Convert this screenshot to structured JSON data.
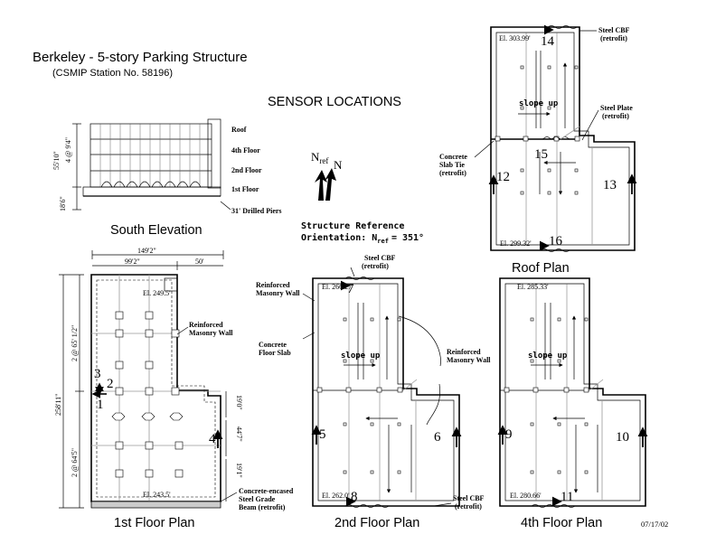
{
  "header": {
    "title": "Berkeley - 5-story Parking Structure",
    "subtitle": "(CSMIP Station No. 58196)",
    "section": "SENSOR LOCATIONS"
  },
  "elevation": {
    "caption": "South Elevation",
    "floors": [
      "Roof",
      "4th Floor",
      "2nd Floor",
      "1st Floor"
    ],
    "dim_total": "55'10\"",
    "dim_typ": "4 @ 9'4\"",
    "dim_base": "18'6\"",
    "piers": "31' Drilled Piers"
  },
  "north": {
    "nref": "N",
    "nref_sub": "ref",
    "n": "N",
    "orientation_line1": "Structure Reference",
    "orientation_line2": "Orientation: N",
    "orientation_sub": "ref",
    "orientation_value": "= 351°"
  },
  "first_floor": {
    "caption": "1st Floor Plan",
    "dim_width": "149'2\"",
    "dim_left": "99'2\"",
    "dim_right": "50'",
    "dim_length": "258'11\"",
    "dim_upper": "2 @ 65' 1/2\"",
    "dim_lower": "2 @ 64'5\"",
    "dim_side1": "19'0\"",
    "dim_side2": "44'7\"",
    "dim_side3": "19'1\"",
    "el_top": "El. 249.5'",
    "el_bottom": "El. 243.5'",
    "label_wall": "Reinforced Masonry Wall",
    "label_beam": "Concrete-encased Steel Grade Beam (retrofit)"
  },
  "second_floor": {
    "caption": "2nd Floor Plan",
    "el_top": "El. 266.27'",
    "el_bottom": "El. 262.0'",
    "slope": "slope up",
    "label_cbf_top": "Steel CBF (retrofit)",
    "label_cbf_bottom": "Steel CBF (retrofit)",
    "label_wall_left": "Reinforced Masonry Wall",
    "label_slab": "Concrete Floor Slab",
    "label_wall_right": "Reinforced Masonry Wall"
  },
  "fourth_floor": {
    "caption": "4th Floor Plan",
    "el_top": "El. 285.33'",
    "el_bottom": "El. 280.66'",
    "slope": "slope up"
  },
  "roof": {
    "caption": "Roof Plan",
    "el_top": "El. 303.99'",
    "el_bottom": "El. 299.32'",
    "slope": "slope up",
    "label_cbf": "Steel CBF (retrofit)",
    "label_plate": "Steel Plate (retrofit)",
    "label_tie": "Concrete Slab Tie (retrofit)"
  },
  "sensors": [
    "1",
    "2",
    "3",
    "4",
    "5",
    "6",
    "7",
    "8",
    "9",
    "10",
    "11",
    "12",
    "13",
    "14",
    "15",
    "16"
  ],
  "date": "07/17/02"
}
